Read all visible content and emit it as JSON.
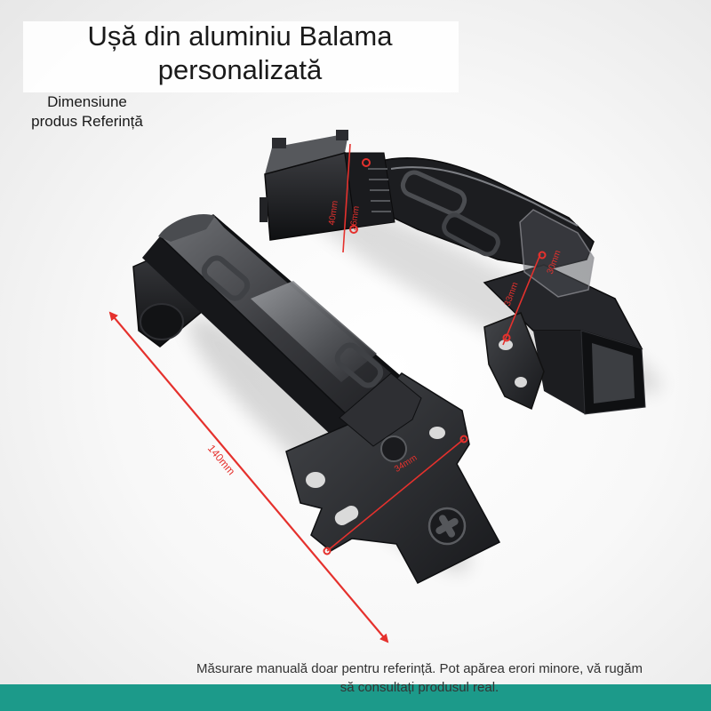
{
  "title": {
    "line1": "Ușă din aluminiu Balama",
    "line2": "personalizată"
  },
  "subtitle": {
    "line1": "Dimensiune",
    "line2": "produs Referință"
  },
  "measurements": {
    "overall_length": "140mm",
    "cup_height": "40mm",
    "cup_depth": "26mm",
    "arm_height": "33mm",
    "arm_width": "30mm",
    "plate_width": "34mm"
  },
  "disclaimer": {
    "line1": "Măsurare manuală doar pentru referință. Pot apărea erori minore, vă rugăm",
    "line2": "să consultați produsul real."
  },
  "colors": {
    "accent_red": "#e5312d",
    "footer_teal": "#1c9a8a",
    "text_dark": "#1a1a1a",
    "hinge_black": "#1c1d20"
  }
}
